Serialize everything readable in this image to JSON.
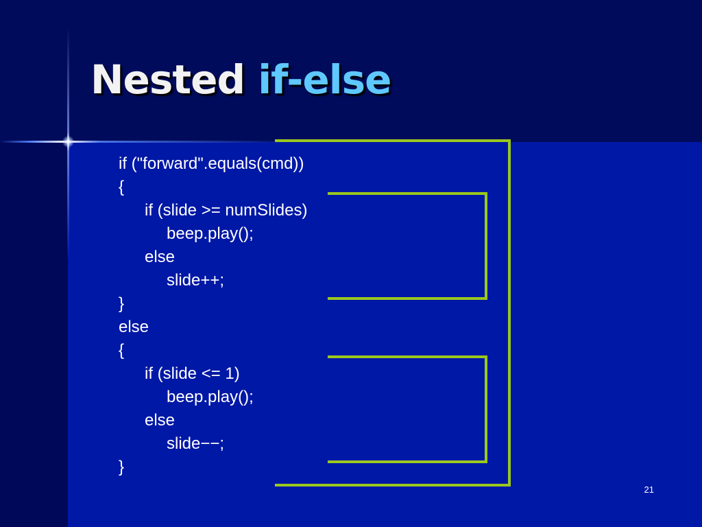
{
  "slide": {
    "title": {
      "plain": "Nested ",
      "accent": "if-else"
    },
    "code_lines": [
      {
        "text": "if (\"forward\".equals(cmd))",
        "indent": 0
      },
      {
        "text": "{",
        "indent": 0
      },
      {
        "text": "if (slide >= numSlides)",
        "indent": 1
      },
      {
        "text": "beep.play();",
        "indent": 2
      },
      {
        "text": "else",
        "indent": 1
      },
      {
        "text": "slide++;",
        "indent": 2
      },
      {
        "text": "}",
        "indent": 0
      },
      {
        "text": "else",
        "indent": 0
      },
      {
        "text": "{",
        "indent": 0
      },
      {
        "text": "if (slide <= 1)",
        "indent": 1
      },
      {
        "text": "beep.play();",
        "indent": 2
      },
      {
        "text": "else",
        "indent": 1
      },
      {
        "text": "slide−−;",
        "indent": 2
      },
      {
        "text": "}",
        "indent": 0
      }
    ],
    "page_number": "21"
  },
  "colors": {
    "title_text": "#f2f2f2",
    "title_accent": "#5fc8ff",
    "bracket": "#9ac81e",
    "background_top": "#000b5c",
    "background_main": "#0018a6"
  }
}
